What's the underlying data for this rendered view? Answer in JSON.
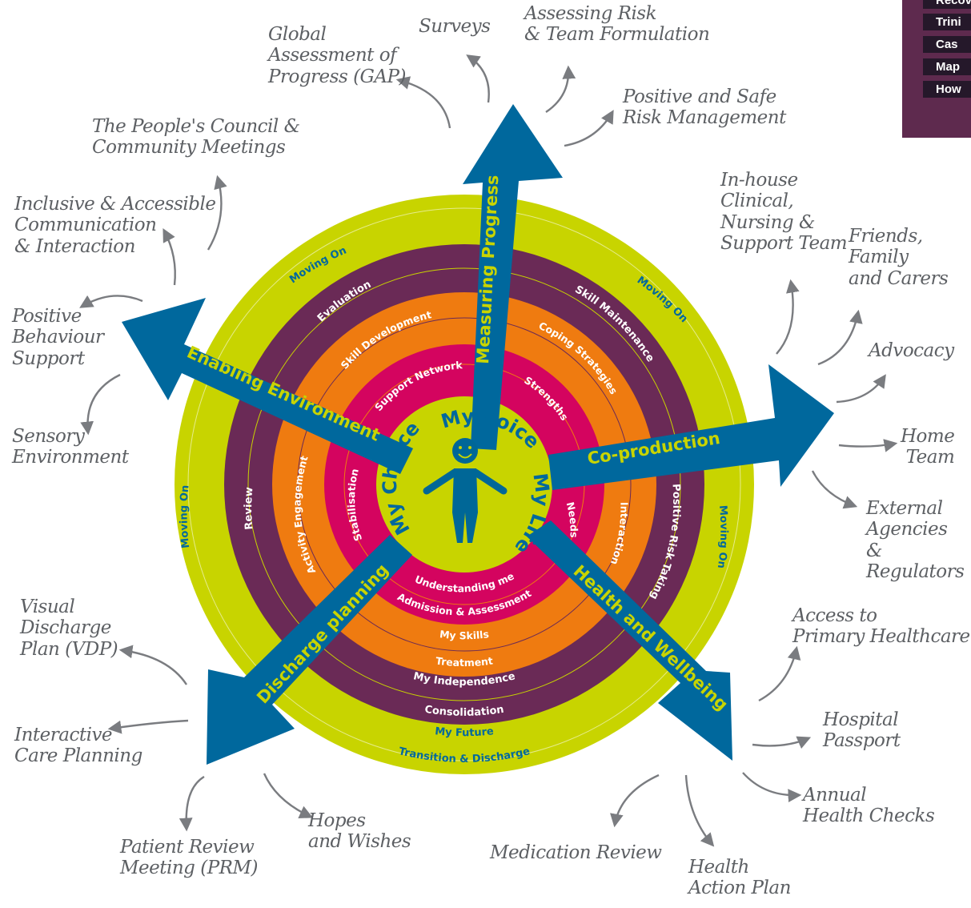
{
  "colors": {
    "lime": "#c8d400",
    "purple": "#6a2a56",
    "orange": "#ef7b10",
    "magenta": "#d4045f",
    "arrow": "#00689d",
    "figure": "#006797",
    "dark_text": "#2b6e8c",
    "legend_bg": "#5e2a4e",
    "legend_row": "#25182a"
  },
  "legend": {
    "items": [
      "Recovery",
      "Trini",
      "Cas",
      "Map",
      "How"
    ]
  },
  "center": {
    "my_voice": "My Voice",
    "my_life": "My Life",
    "my_choice": "My Choice"
  },
  "arrows": {
    "measuring_progress": "Measuring Progress",
    "co_production": "Co-production",
    "health_wellbeing": "Health and Wellbeing",
    "discharge_planning": "Discharge planning",
    "enabling_environment": "Enabling Environment"
  },
  "rings": {
    "lime_top_left": "Moving On",
    "lime_top_right": "Moving On",
    "lime_left": "Moving On",
    "lime_right": "Moving On",
    "lime_bottom_outer": "Transition & Discharge",
    "lime_bottom_inner": "My Future",
    "purple_top_left": "Evaluation",
    "purple_top_right": "Skill Maintenance",
    "purple_left": "Review",
    "purple_right": "Positive Risk Taking",
    "purple_bottom_outer": "Consolidation",
    "purple_bottom_inner": "My Independence",
    "orange_top_left": "Skill Development",
    "orange_top_right": "Coping Strategies",
    "orange_left": "Activity Engagement",
    "orange_right": "Interaction",
    "orange_bottom_outer": "Treatment",
    "orange_bottom_inner": "My Skills",
    "magenta_top_left": "Support Network",
    "magenta_top_right": "Strengths",
    "magenta_left": "Stabilisation",
    "magenta_right": "Needs",
    "magenta_bottom_outer": "Admission & Assessment",
    "magenta_bottom_inner": "Understanding me"
  },
  "notes": {
    "gap": "Global\nAssessment of\nProgress (GAP)",
    "surveys": "Surveys",
    "assessing_risk": "Assessing Risk\n& Team Formulation",
    "safe_risk": "Positive and Safe\nRisk Management",
    "peoples_council": "The People's Council &\nCommunity Meetings",
    "inclusive": "Inclusive & Accessible\nCommunication\n& Interaction",
    "pbs": "Positive\nBehaviour\nSupport",
    "sensory": "Sensory\nEnvironment",
    "in_house": "In-house\nClinical,\nNursing &\nSupport Team",
    "friends": "Friends,\nFamily\nand Carers",
    "advocacy": "Advocacy",
    "home_team": "Home\nTeam",
    "external": "External\nAgencies\n& Regulators",
    "primary": "Access to\nPrimary Healthcare",
    "passport": "Hospital\nPassport",
    "annual": "Annual\nHealth Checks",
    "action_plan": "Health\nAction Plan",
    "medication": "Medication Review",
    "hopes": "Hopes\nand Wishes",
    "prm": "Patient Review\nMeeting (PRM)",
    "care_planning": "Interactive\nCare Planning",
    "vdp": "Visual\nDischarge\nPlan (VDP)"
  }
}
